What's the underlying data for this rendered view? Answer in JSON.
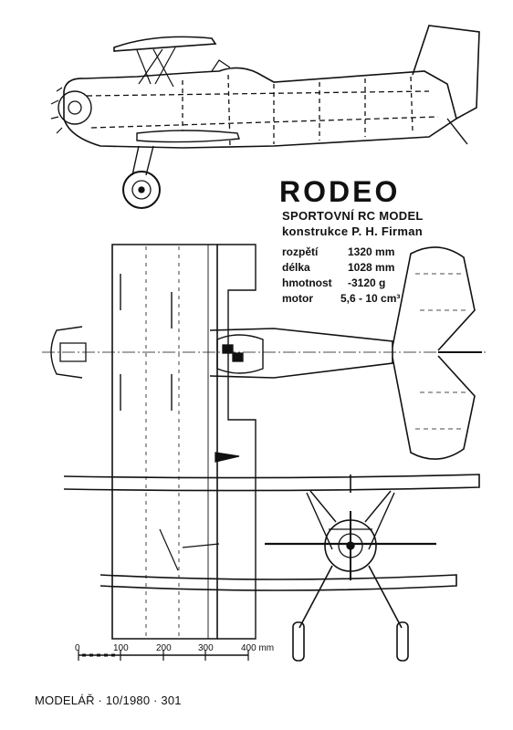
{
  "title": "RODEO",
  "subtitle": "SPORTOVNÍ RC MODEL",
  "designer": "konstrukce P. H. Firman",
  "specs": [
    {
      "label": "rozpětí",
      "value": "1320 mm"
    },
    {
      "label": "délka",
      "value": "1028 mm"
    },
    {
      "label": "hmotnost",
      "value": "-3120 g"
    },
    {
      "label": "motor",
      "value": "5,6 - 10 cm³"
    }
  ],
  "scale": {
    "ticks": [
      "0",
      "100",
      "200",
      "300",
      "400 mm"
    ]
  },
  "footer": {
    "magazine": "MODELÁŘ",
    "issue": "10/1980",
    "page": "301",
    "separator": "·"
  },
  "colors": {
    "ink": "#111111",
    "paper": "#ffffff"
  }
}
